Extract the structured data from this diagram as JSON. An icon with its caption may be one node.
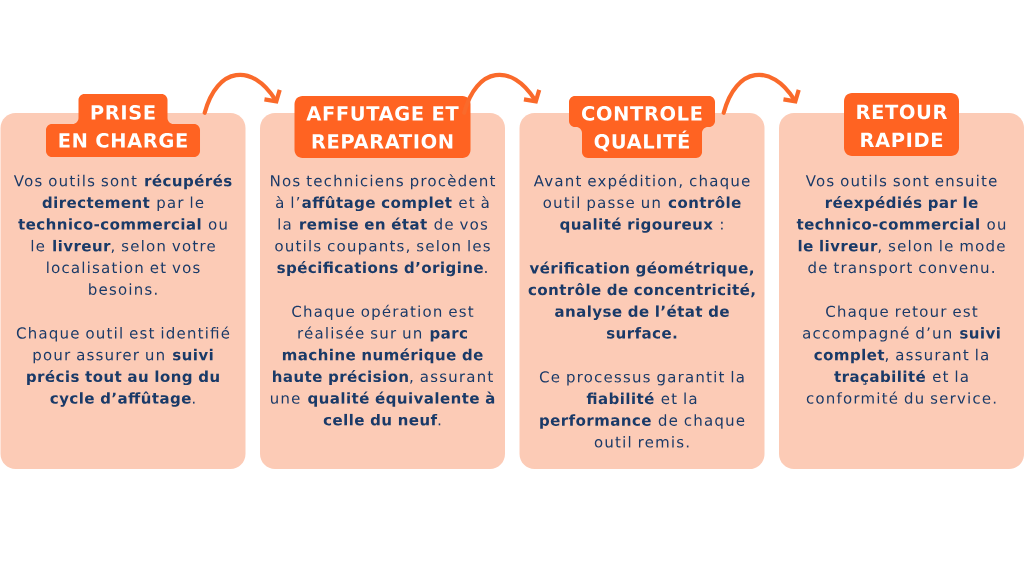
{
  "diagram": {
    "nodes": [
      {
        "text": [
          "PRISE EN CHARGE",
          "Vos outils sont **récupérés directement** par le **technico-commercial** ou le **livreur**, selon votre localisation et vos besoins.",
          "Chaque outil est identifié pour assurer un **suivi précis tout au long du cycle d’affûtage**."
        ]
      },
      {
        "text": [
          "AFFUTAGE ET REPARATION",
          "Nos techniciens procèdent à l’**affûtage complet** et à la **remise en état** de vos outils coupants, selon les **spécifications d’origine**.",
          "Chaque opération est réalisée sur un **parc machine numérique de haute précision**, assurant une **qualité équivalente à celle du neuf**."
        ]
      },
      {
        "text": [
          "CONTROLE QUALITÉ",
          "Avant expédition, chaque outil passe un **contrôle qualité rigoureux** :",
          "vérification géométrique, contrôle de concentricité, analyse de l’état de surface.",
          "Ce processus garantit la **fiabilité** et la **performance** de chaque outil remis."
        ]
      },
      {
        "text": [
          "RETOUR RAPIDE",
          "Vos outils sont ensuite **réexpédiés par le technico-commercial** ou **le livreur**, selon le mode de transport convenu.",
          "Chaque retour est accompagné d’un **suivi complet**, assurant la **traçabilité** et la conformité du service."
        ]
      }
    ],
    "edges": [
      {
        "from": 0,
        "to": 1,
        "arrow": "to"
      },
      {
        "from": 1,
        "to": 2,
        "arrow": "to"
      },
      {
        "from": 2,
        "to": 3,
        "arrow": "to"
      }
    ]
  }
}
